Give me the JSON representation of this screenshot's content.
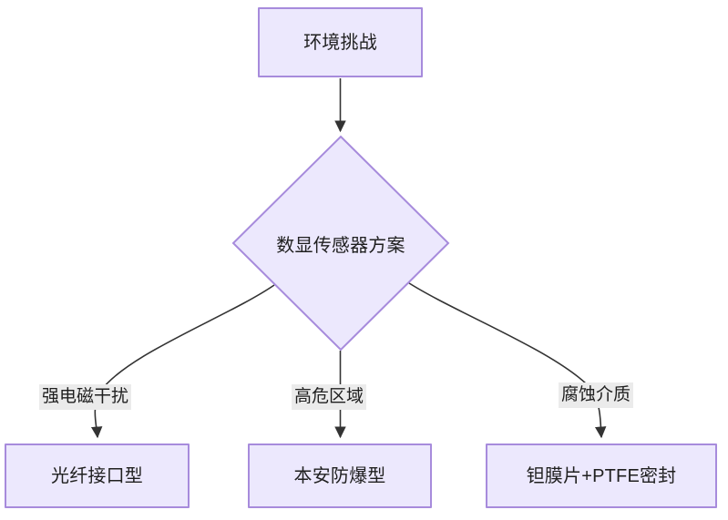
{
  "diagram": {
    "type": "flowchart",
    "direction": "top-down",
    "background_color": "#ffffff",
    "node_fill": "#ece8fd",
    "node_border": "#a78bdc",
    "edge_color": "#333333",
    "edge_label_background": "#ebebeb",
    "text_color": "#1f1f1f",
    "nodes": [
      {
        "id": "start",
        "shape": "rect",
        "label": "环境挑战"
      },
      {
        "id": "decision",
        "shape": "diamond",
        "label": "数显传感器方案"
      },
      {
        "id": "left",
        "shape": "rect",
        "label": "光纤接口型"
      },
      {
        "id": "middle",
        "shape": "rect",
        "label": "本安防爆型"
      },
      {
        "id": "right",
        "shape": "rect",
        "label": "钽膜片+PTFE密封"
      }
    ],
    "edges": [
      {
        "from": "start",
        "to": "decision",
        "label": ""
      },
      {
        "from": "decision",
        "to": "left",
        "label": "强电磁干扰"
      },
      {
        "from": "decision",
        "to": "middle",
        "label": "高危区域"
      },
      {
        "from": "decision",
        "to": "right",
        "label": "腐蚀介质"
      }
    ]
  }
}
